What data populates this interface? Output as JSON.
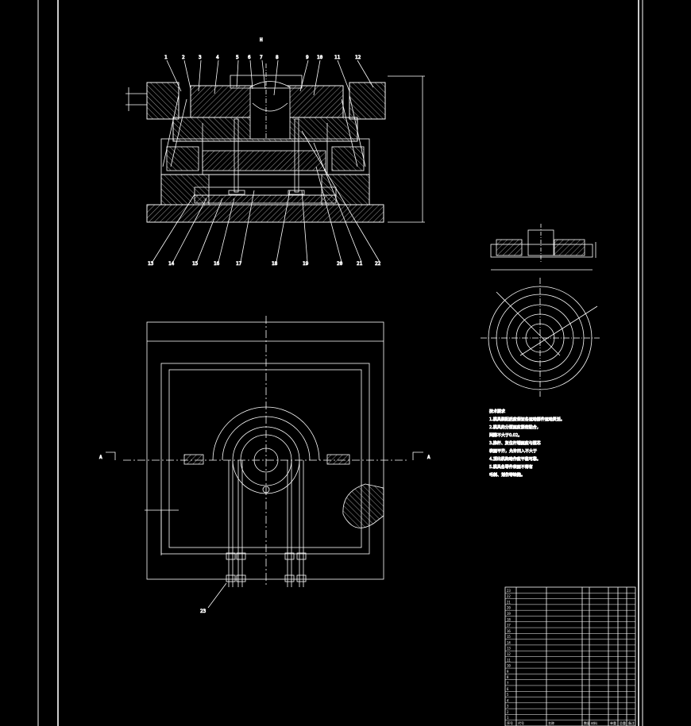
{
  "sheet": {
    "section_mark": "H",
    "section_arrow_left": "A",
    "section_arrow_right": "A"
  },
  "section_view": {
    "top_callouts": [
      "1",
      "2",
      "3",
      "4",
      "5",
      "6",
      "7",
      "8",
      "9",
      "10",
      "11",
      "12"
    ],
    "bottom_callouts": [
      "13",
      "14",
      "15",
      "16",
      "17",
      "18",
      "19",
      "20",
      "21",
      "22"
    ]
  },
  "plan_view": {
    "callout": "23"
  },
  "notes": {
    "heading": "技术要求",
    "lines": [
      "1.模具装配后应保证各运动部件运动灵活。",
      "2.模具的分型面应紧密贴合，",
      "  间隙不大于0.02。",
      "3.推杆、复位杆端面应与型芯",
      "  表面平齐，允许凹入不大于",
      "4.顶出机构动作应平稳可靠。",
      "5.模具各零件表面不得有",
      "  毛刺、划伤等缺陷。"
    ]
  },
  "bom": {
    "row_count": 23,
    "header": [
      "序号",
      "代号",
      "名称",
      "数量",
      "材料",
      "单重",
      "总重",
      "备注"
    ]
  },
  "colors": {
    "background": "#000000",
    "line": "#ffffff",
    "accent": "#ffffff"
  }
}
